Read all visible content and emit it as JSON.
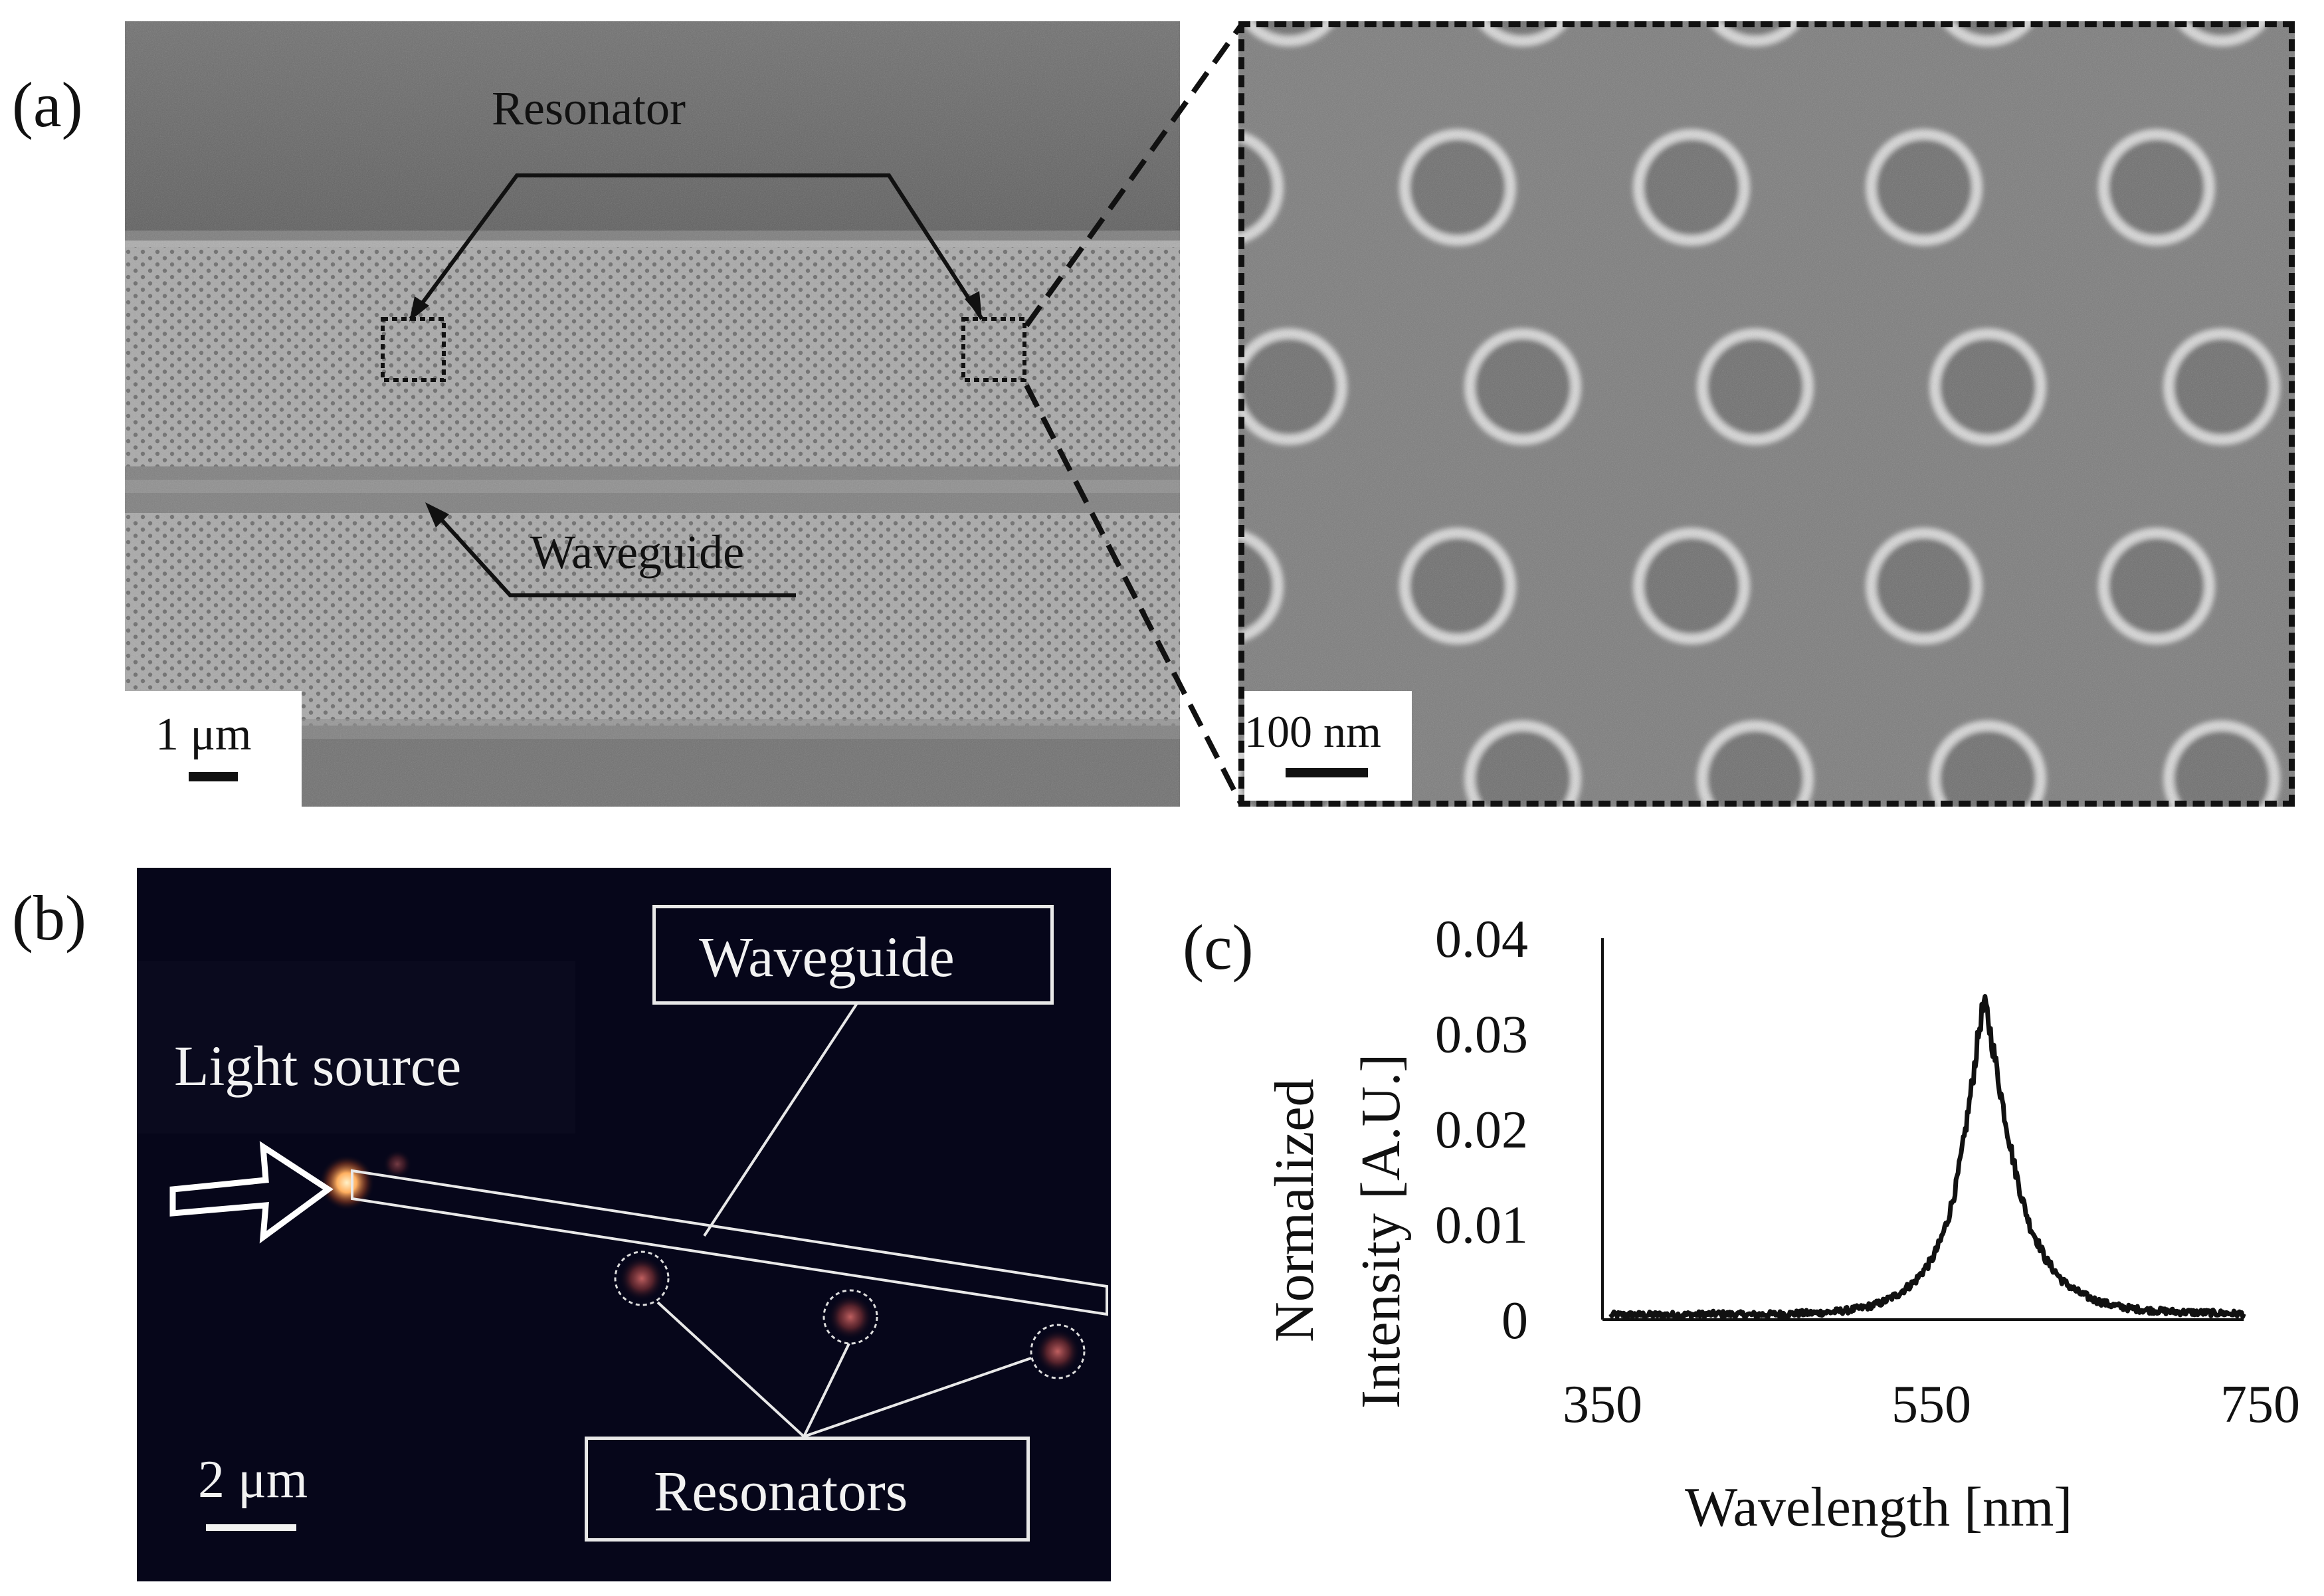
{
  "figure": {
    "panel_a_letter": "(a)",
    "panel_b_letter": "(b)",
    "panel_c_letter": "(c)"
  },
  "panel_a": {
    "resonator_label": "Resonator",
    "waveguide_label": "Waveguide",
    "scale_left": "1 μm",
    "scale_right": "100 nm"
  },
  "panel_b": {
    "light_source_label": "Light source",
    "waveguide_label": "Waveguide",
    "resonators_label": "Resonators",
    "scale": "2 μm"
  },
  "chart_data": {
    "type": "line",
    "title": "",
    "xlabel": "Wavelength   [nm]",
    "ylabel_line1": "Normalized",
    "ylabel_line2": "Intensity  [A.U.]",
    "xlim": [
      350,
      750
    ],
    "ylim": [
      0,
      0.04
    ],
    "x_ticks": [
      "350",
      "550",
      "750"
    ],
    "y_ticks": [
      "0",
      "0.01",
      "0.02",
      "0.03",
      "0.04"
    ],
    "grid": false,
    "peak_wavelength": 582,
    "peak_intensity": 0.033,
    "series": [
      {
        "x": [
          355,
          380,
          400,
          420,
          440,
          460,
          480,
          490,
          500,
          510,
          520,
          530,
          540,
          550,
          555,
          560,
          565,
          570,
          575,
          578,
          580,
          582,
          584,
          586,
          590,
          595,
          600,
          605,
          610,
          620,
          630,
          640,
          650,
          660,
          670,
          680,
          700,
          720,
          740
        ],
        "y": [
          0.0005,
          0.0005,
          0.0005,
          0.0006,
          0.0005,
          0.0006,
          0.0007,
          0.0008,
          0.001,
          0.0013,
          0.0018,
          0.0027,
          0.004,
          0.0062,
          0.008,
          0.0105,
          0.014,
          0.019,
          0.025,
          0.029,
          0.0315,
          0.033,
          0.032,
          0.03,
          0.026,
          0.021,
          0.0165,
          0.0128,
          0.0098,
          0.0062,
          0.004,
          0.0028,
          0.002,
          0.0015,
          0.0012,
          0.001,
          0.0008,
          0.0007,
          0.0006
        ]
      }
    ]
  }
}
